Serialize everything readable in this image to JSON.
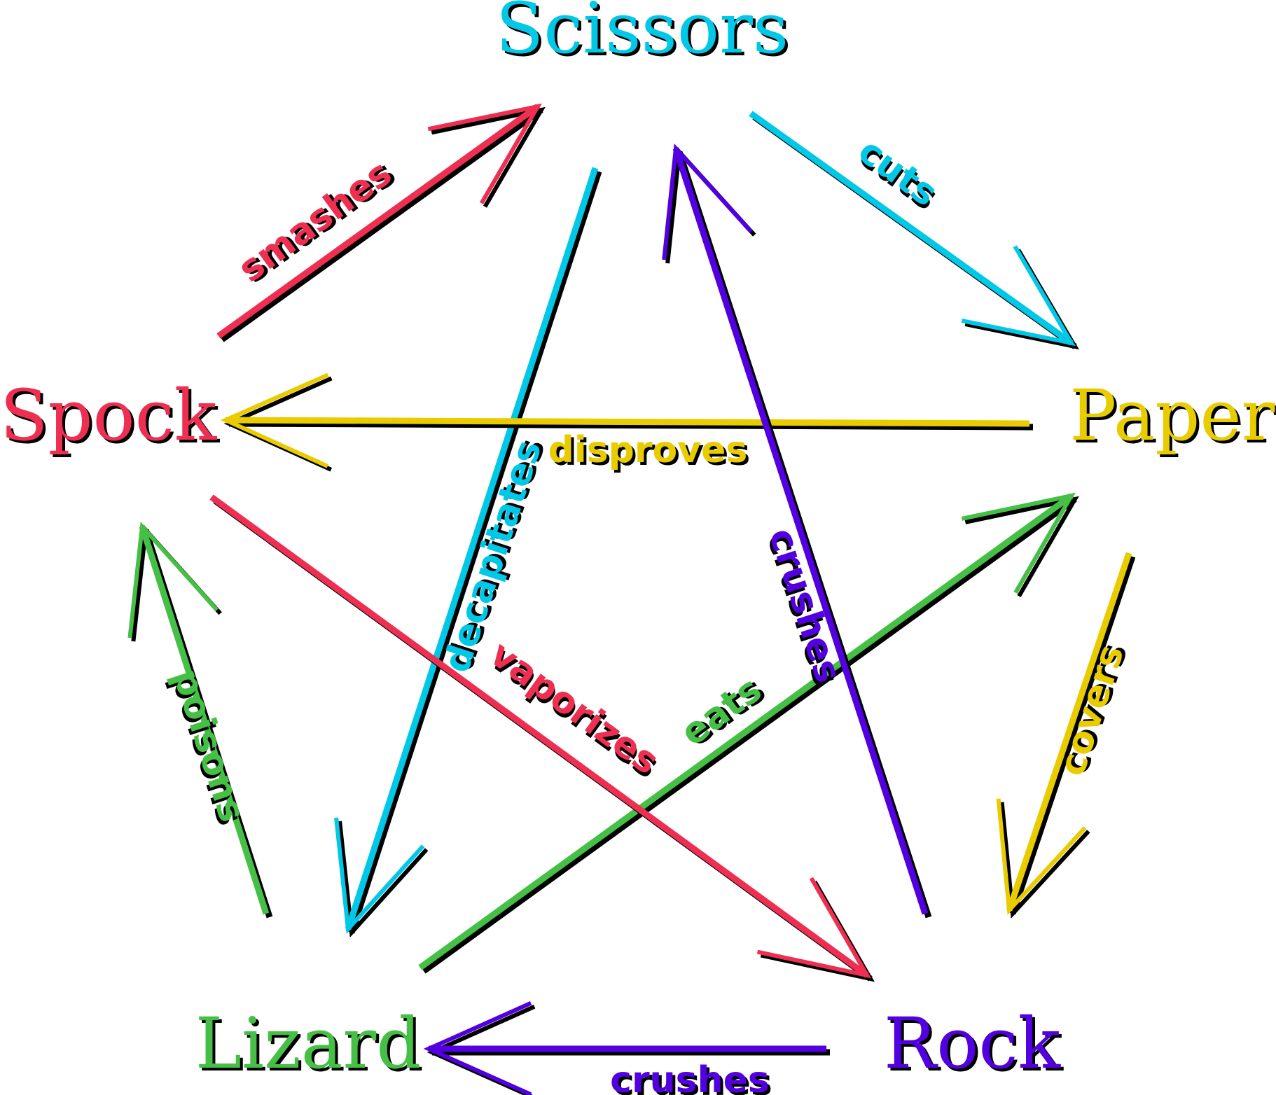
{
  "nodes": [
    {
      "id": "scissors",
      "label": "Scissors",
      "color": "#00c8e6"
    },
    {
      "id": "paper",
      "label": "Paper",
      "color": "#e8cc00"
    },
    {
      "id": "rock",
      "label": "Rock",
      "color": "#5200e0"
    },
    {
      "id": "lizard",
      "label": "Lizard",
      "color": "#45bf45"
    },
    {
      "id": "spock",
      "label": "Spock",
      "color": "#ee2f52"
    }
  ],
  "edges": [
    {
      "from": "scissors",
      "to": "paper",
      "verb": "cuts"
    },
    {
      "from": "paper",
      "to": "rock",
      "verb": "covers"
    },
    {
      "from": "rock",
      "to": "lizard",
      "verb": "crushes"
    },
    {
      "from": "lizard",
      "to": "spock",
      "verb": "poisons"
    },
    {
      "from": "spock",
      "to": "scissors",
      "verb": "smashes"
    },
    {
      "from": "scissors",
      "to": "lizard",
      "verb": "decapitates"
    },
    {
      "from": "lizard",
      "to": "paper",
      "verb": "eats"
    },
    {
      "from": "paper",
      "to": "spock",
      "verb": "disproves"
    },
    {
      "from": "spock",
      "to": "rock",
      "verb": "vaporizes"
    },
    {
      "from": "rock",
      "to": "scissors",
      "verb": "crushes"
    }
  ],
  "shadow_color": "#000000"
}
